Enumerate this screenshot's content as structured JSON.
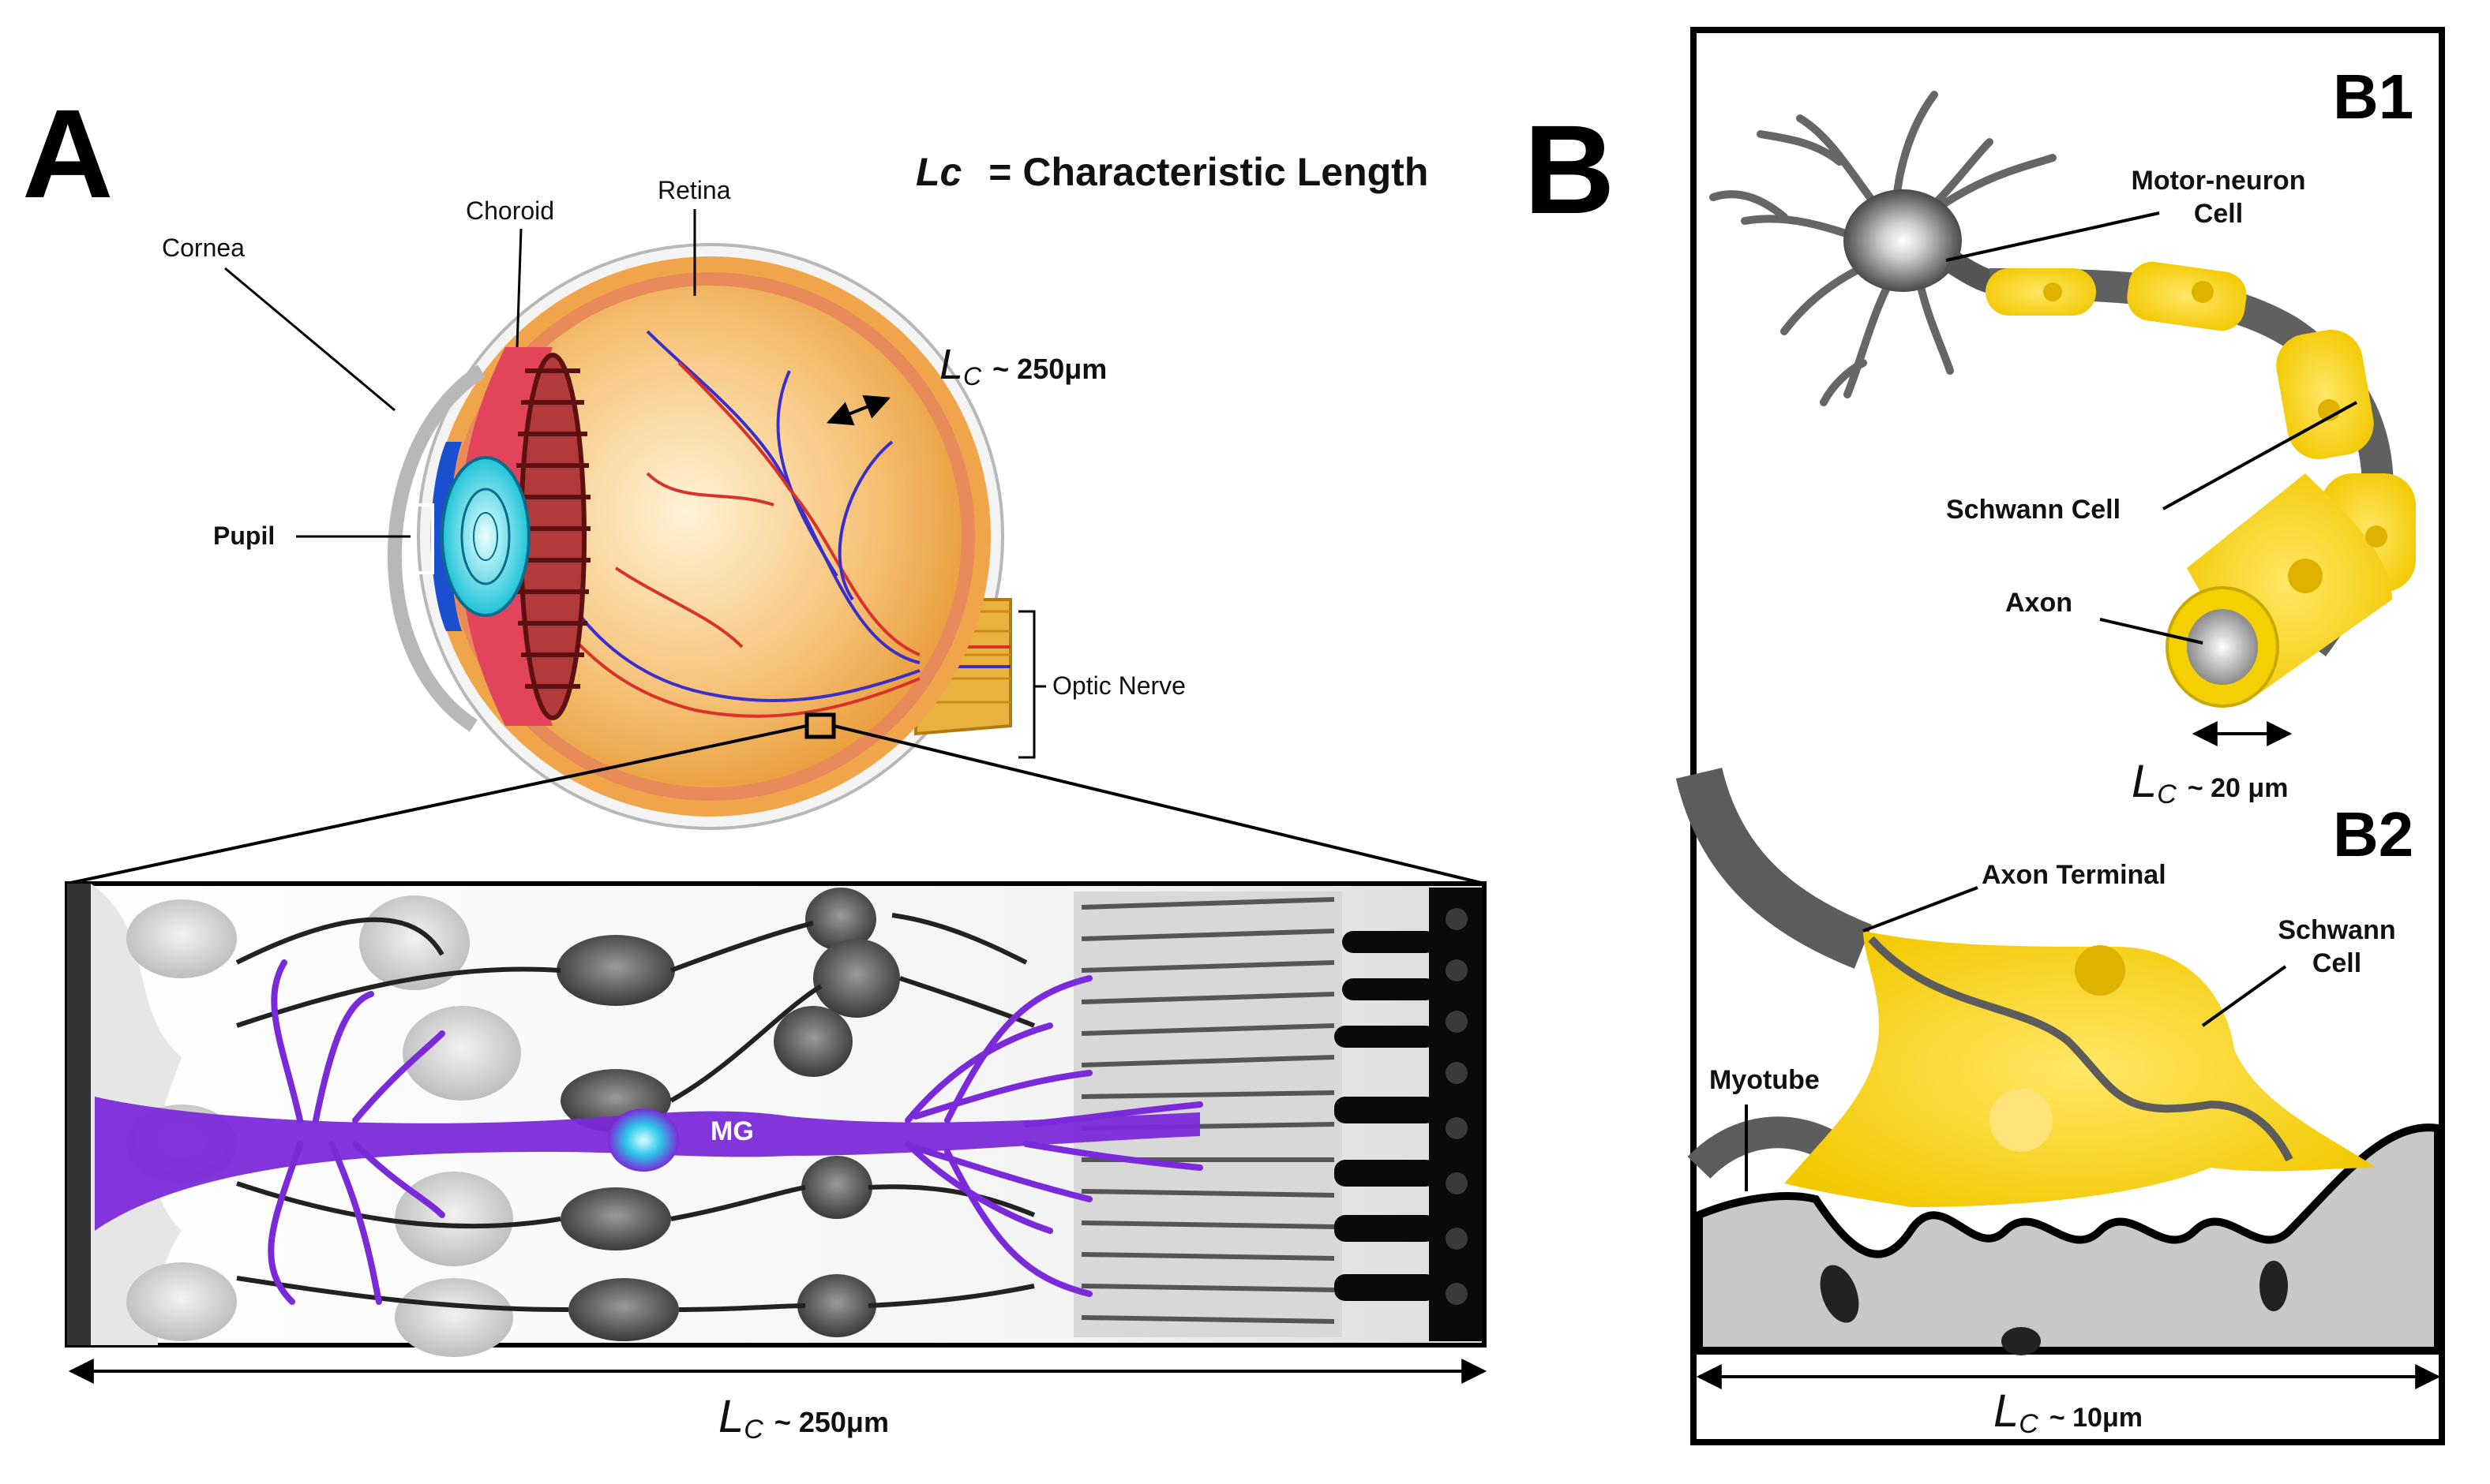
{
  "panel_a": {
    "letter": "A",
    "legend": {
      "symbol": "Lc",
      "text": "= Characteristic Length"
    },
    "labels": {
      "cornea": "Cornea",
      "choroid": "Choroid",
      "retina": "Retina",
      "pupil": "Pupil",
      "optic_nerve": "Optic Nerve",
      "mg": "MG"
    },
    "eye_lc": {
      "symbol": "L",
      "sub": "C",
      "value": "~ 250μm"
    },
    "retina_lc": {
      "symbol": "L",
      "sub": "C",
      "value": "~ 250μm"
    }
  },
  "panel_b": {
    "letter": "B",
    "b1": {
      "letter": "B1",
      "labels": {
        "motor_neuron_1": "Motor-neuron",
        "motor_neuron_2": "Cell",
        "schwann": "Schwann Cell",
        "axon": "Axon"
      },
      "lc": {
        "symbol": "L",
        "sub": "C",
        "value": "~ 20 μm"
      }
    },
    "b2": {
      "letter": "B2",
      "labels": {
        "axon_terminal": "Axon Terminal",
        "schwann_1": "Schwann",
        "schwann_2": "Cell",
        "myotube": "Myotube"
      },
      "lc": {
        "symbol": "L",
        "sub": "C",
        "value": "~ 10μm"
      }
    }
  },
  "colors": {
    "myelin_yellow": "#f5d410",
    "muller_glia_purple": "#7a2ad8",
    "retina_orange": "#f2b24a",
    "vessel_blue": "#3b2fc9",
    "vessel_red": "#d8322a",
    "neuron_gray": "#555555"
  }
}
